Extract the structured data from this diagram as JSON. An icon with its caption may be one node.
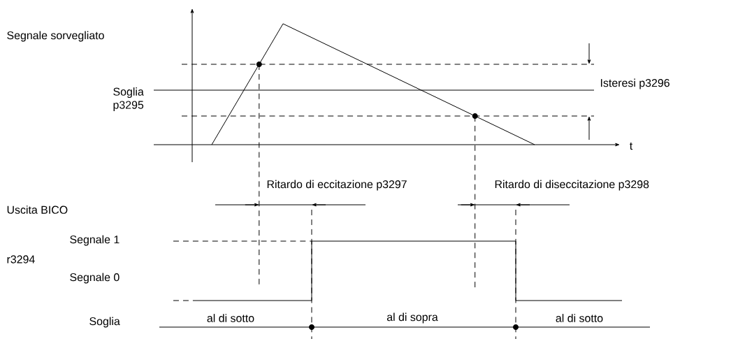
{
  "diagram": {
    "labels": [
      "Segnale sorvegliato",
      "Soglia p3295",
      "Isteresi p3296",
      "t",
      "Ritardo di eccitazione p3297",
      "Ritardo di diseccitazione p3298",
      "Uscita BICO",
      "Segnale 1",
      "r3294",
      "Segnale 0",
      "Soglia",
      "al di sotto",
      "al di sopra",
      "al di sotto"
    ]
  }
}
